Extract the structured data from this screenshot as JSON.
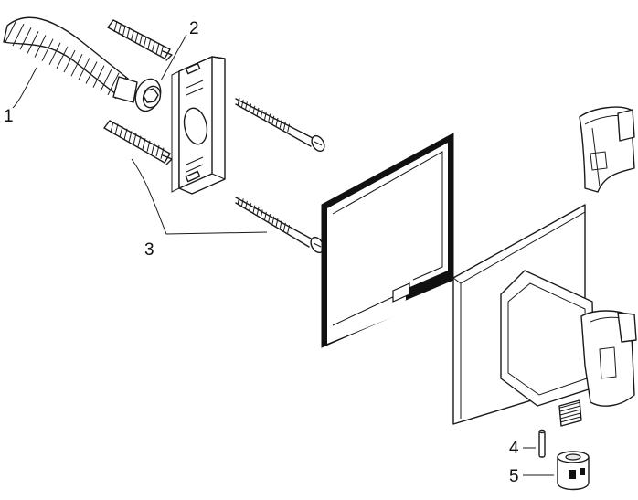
{
  "diagram": {
    "callouts": [
      {
        "id": "1",
        "label": "1"
      },
      {
        "id": "2",
        "label": "2"
      },
      {
        "id": "3",
        "label": "3"
      },
      {
        "id": "4",
        "label": "4"
      },
      {
        "id": "5",
        "label": "5"
      }
    ],
    "parts": [
      {
        "name": "flexible-hose"
      },
      {
        "name": "wall-plug"
      },
      {
        "name": "mounting-bracket"
      },
      {
        "name": "screw"
      },
      {
        "name": "gasket-frame"
      },
      {
        "name": "shower-holder-clip"
      },
      {
        "name": "wall-outlet-body"
      },
      {
        "name": "pin"
      },
      {
        "name": "nut"
      }
    ]
  }
}
